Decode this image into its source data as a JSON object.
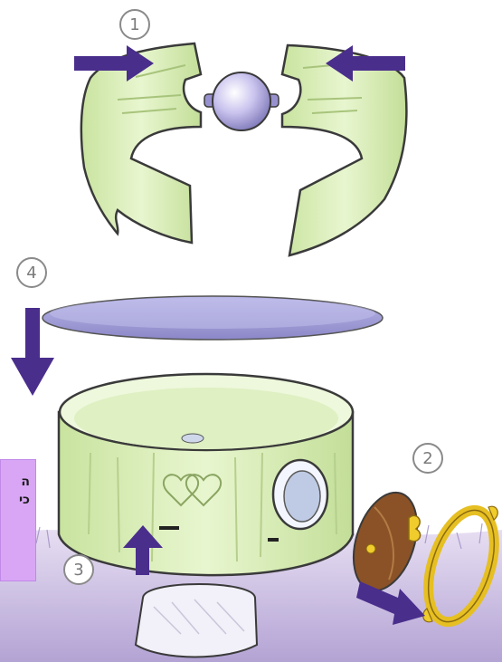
{
  "steps": {
    "step_1": "1",
    "step_2": "2",
    "step_3": "3",
    "step_4": "4"
  },
  "note": {
    "line_1": "ה",
    "line_2": "כי"
  },
  "colors": {
    "ring_green": "#d6eeb4",
    "arrow_purple": "#4a2e8c",
    "disc_lavender": "#a9a7dc",
    "note_purple": "#d9a6f5",
    "ground_lilac": "#b7a8d6",
    "frame_gold": "#f0cc2c",
    "door_brown": "#8a5226"
  }
}
